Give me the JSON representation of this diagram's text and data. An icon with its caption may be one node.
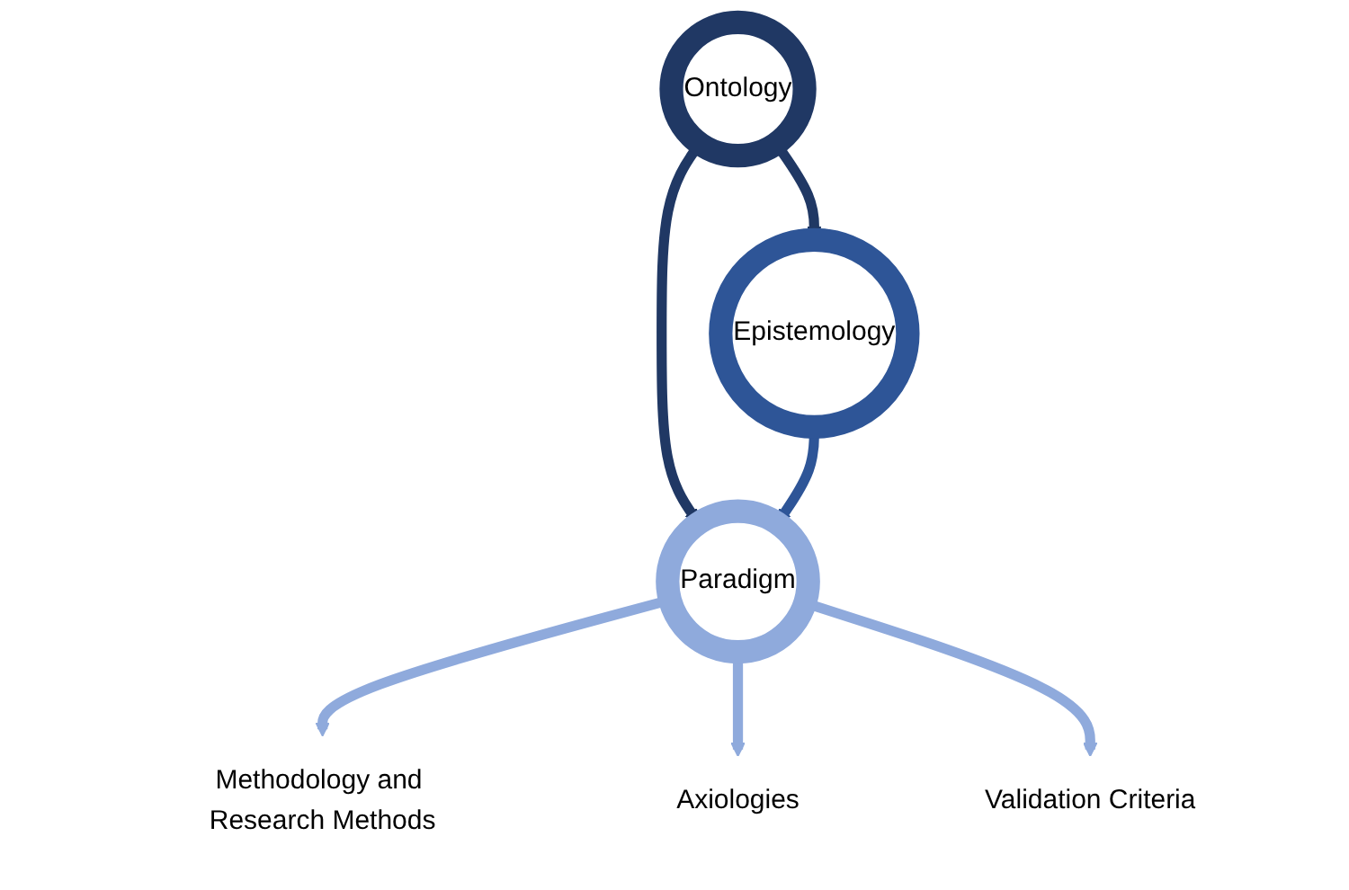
{
  "diagram": {
    "nodes": [
      {
        "text": [
          "Ontology"
        ]
      },
      {
        "text": [
          "Epistemology"
        ]
      },
      {
        "text": [
          "Paradigm"
        ]
      },
      {
        "text": [
          "Methodology and Research Methods"
        ]
      },
      {
        "text": [
          "Axiologies"
        ]
      },
      {
        "text": [
          "Validation Criteria"
        ]
      }
    ],
    "edges": [
      {
        "from": 0,
        "to": 1,
        "arrow": "to",
        "color": "#203864"
      },
      {
        "from": 0,
        "to": 2,
        "arrow": "to",
        "color": "#203864"
      },
      {
        "from": 1,
        "to": 2,
        "arrow": "to",
        "color": "#2e5597"
      },
      {
        "from": 2,
        "to": 3,
        "arrow": "to"
      },
      {
        "from": 2,
        "to": 4,
        "arrow": "to"
      },
      {
        "from": 2,
        "to": 5,
        "arrow": "to"
      }
    ]
  }
}
